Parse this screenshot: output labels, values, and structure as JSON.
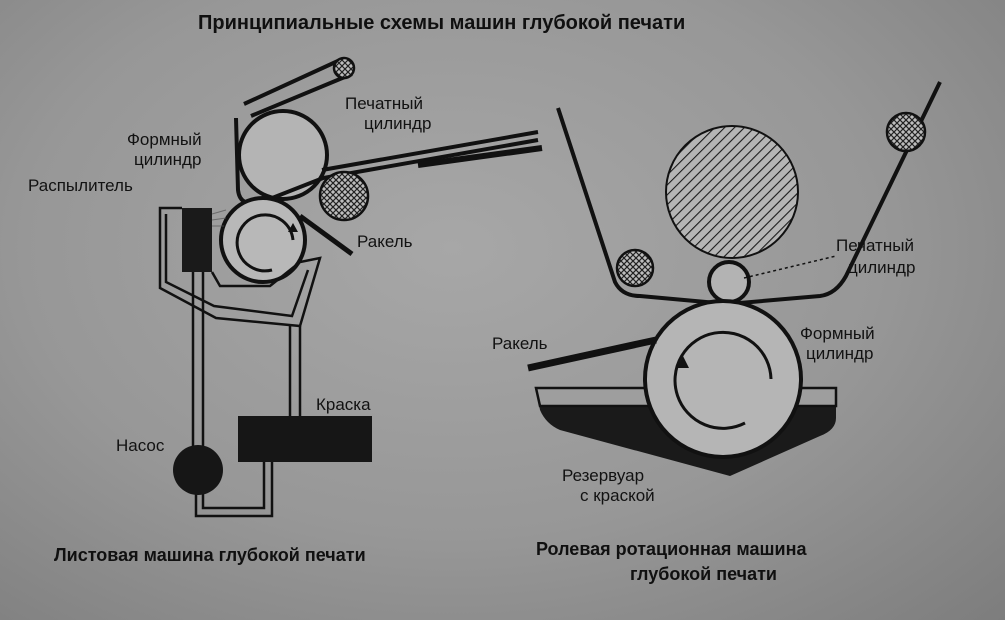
{
  "title": "Принципиальные схемы машин глубокой печати",
  "sheet_machine": {
    "caption": "Листовая машина глубокой печати",
    "labels": {
      "print_cylinder_1": "Печатный",
      "print_cylinder_2": "цилиндр",
      "form_cylinder_1": "Формный",
      "form_cylinder_2": "цилиндр",
      "sprayer": "Распылитель",
      "doctor_blade": "Ракель",
      "ink": "Краска",
      "pump": "Насос"
    }
  },
  "rotary_machine": {
    "caption_1": "Ролевая ротационная машина",
    "caption_2": "глубокой печати",
    "labels": {
      "print_cylinder_1": "Печатный",
      "print_cylinder_2": "цилиндр",
      "form_cylinder_1": "Формный",
      "form_cylinder_2": "цилиндр",
      "doctor_blade": "Ракель",
      "reservoir_1": "Резервуар",
      "reservoir_2": "с краской"
    }
  }
}
